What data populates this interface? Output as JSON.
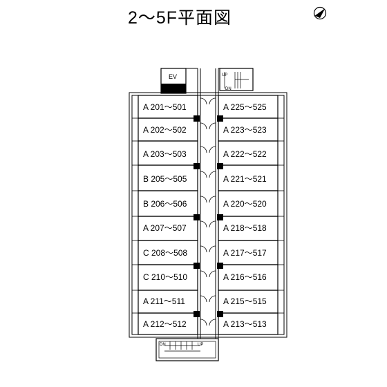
{
  "title": "2～5F平面図",
  "icons": {
    "compass": "north-compass-icon"
  },
  "elevator_label": "EV",
  "stairs_top": {
    "up": "UP",
    "dn": "DN"
  },
  "stairs_bottom": {
    "up": "UP",
    "dn": "DN"
  },
  "left_units": [
    "A  201～501",
    "A  202～502",
    "A  203～503",
    "B  205～505",
    "B  206～506",
    "A  207～507",
    "C  208～508",
    "C  210～510",
    "A  211～511",
    "A  212～512"
  ],
  "right_units": [
    "A  225～525",
    "A  223～523",
    "A  222～522",
    "A  221～521",
    "A  220～520",
    "A  218～518",
    "A  217～517",
    "A  216～516",
    "A  215～515",
    "A  213～513"
  ]
}
